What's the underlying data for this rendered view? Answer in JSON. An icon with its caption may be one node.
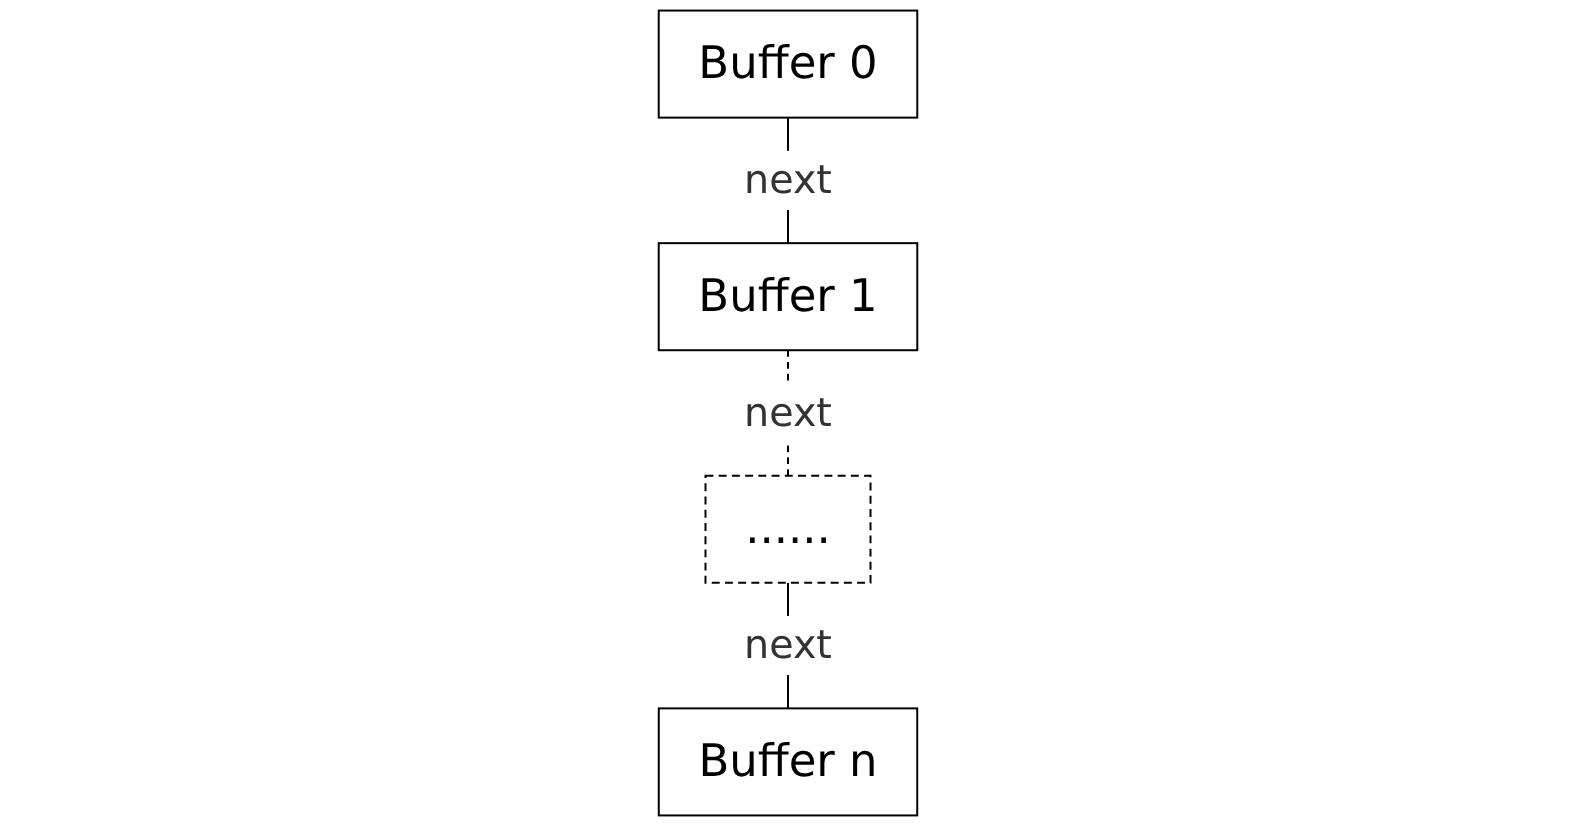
{
  "diagram": {
    "nodes": [
      {
        "text": [
          "Buffer 0"
        ]
      },
      {
        "text": [
          "Buffer 1"
        ]
      },
      {
        "text": [
          "......"
        ]
      },
      {
        "text": [
          "Buffer n"
        ]
      }
    ],
    "edges": [
      {
        "from": 0,
        "to": 1,
        "arrow": "none",
        "label": "next"
      },
      {
        "from": 1,
        "to": 2,
        "arrow": "none",
        "label": "next",
        "style": "dashed"
      },
      {
        "from": 2,
        "to": 3,
        "arrow": "none",
        "label": "next"
      }
    ]
  }
}
